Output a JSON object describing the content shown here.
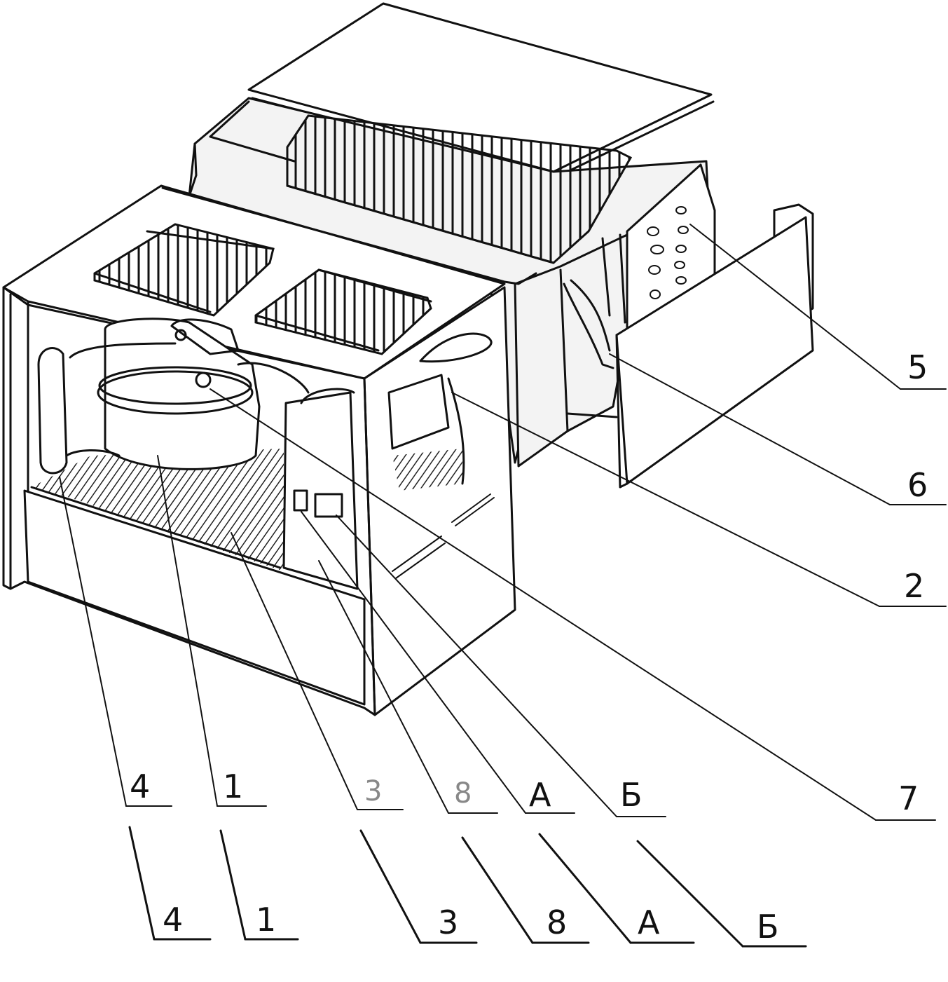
{
  "labels": {
    "l5": "5",
    "l6": "6",
    "l2": "2",
    "l7": "7",
    "l4": "4",
    "l1": "1",
    "l3": "3",
    "l8": "8",
    "lA": "А",
    "lB": "Б",
    "l4_dup": "4",
    "l1_dup": "1",
    "l3_dup": "3",
    "l8_dup": "8",
    "lA_dup": "А",
    "lB_dup": "Б"
  }
}
